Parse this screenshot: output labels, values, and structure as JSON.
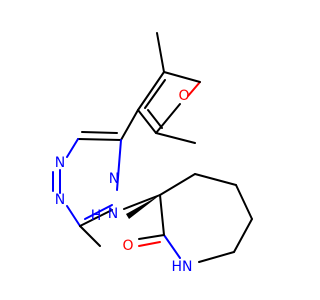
{
  "molecule": {
    "atoms": [
      {
        "id": "o_furan",
        "label": "O",
        "color": "#ff0000"
      },
      {
        "id": "n_trz_1",
        "label": "N",
        "color": "#0000ff"
      },
      {
        "id": "n_trz_2",
        "label": "N",
        "color": "#0000ff"
      },
      {
        "id": "n_trz_4",
        "label": "N",
        "color": "#0000ff"
      },
      {
        "id": "n_amine",
        "label": "H",
        "color": "#0000ff"
      },
      {
        "id": "n_amine_n",
        "label": "N",
        "color": "#0000ff"
      },
      {
        "id": "o_carbonyl",
        "label": "O",
        "color": "#ff0000"
      },
      {
        "id": "n_lactam",
        "label": "HN",
        "color": "#0000ff"
      }
    ],
    "colors": {
      "bond": "#000000",
      "nitrogen": "#0000ff",
      "oxygen": "#ff0000"
    }
  }
}
